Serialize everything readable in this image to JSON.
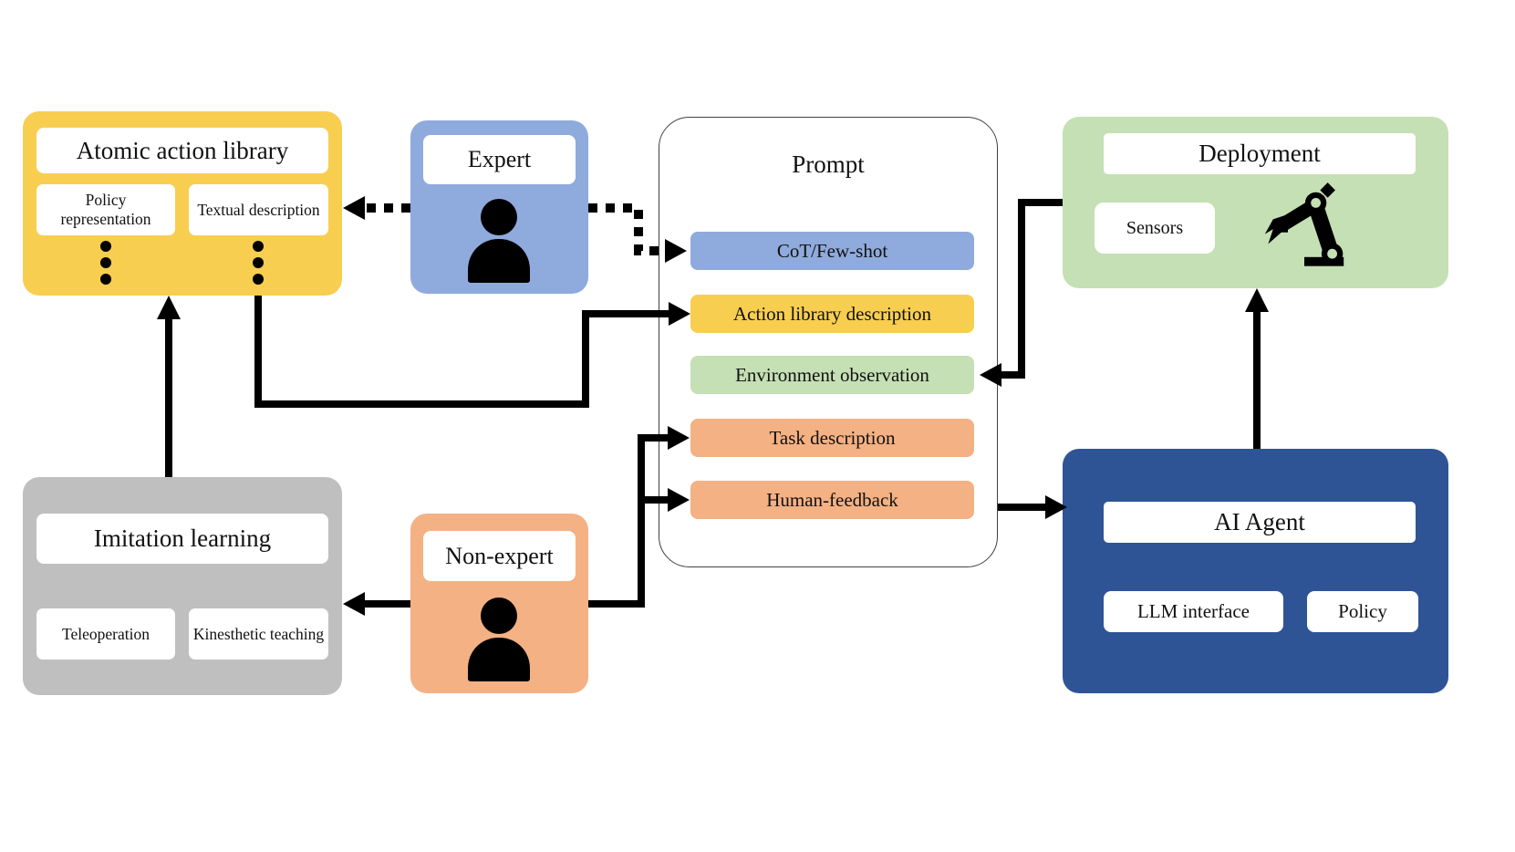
{
  "colors": {
    "yellow": "#F8CE51",
    "blue_light": "#8FAADC",
    "green": "#C5E0B4",
    "orange": "#F4B183",
    "navy": "#2F5496",
    "gray": "#BFBFBF",
    "arrow_black": "#000000",
    "prompt_border": "#404040"
  },
  "atomic_action_library": {
    "title": "Atomic action library",
    "items": [
      "Policy representation",
      "Textual description"
    ]
  },
  "expert": {
    "label": "Expert"
  },
  "non_expert": {
    "label": "Non-expert"
  },
  "imitation_learning": {
    "title": "Imitation learning",
    "items": [
      "Teleoperation",
      "Kinesthetic teaching"
    ]
  },
  "prompt": {
    "title": "Prompt",
    "bars": [
      {
        "label": "CoT/Few-shot",
        "color": "#8FAADC"
      },
      {
        "label": "Action library description",
        "color": "#F8CE51"
      },
      {
        "label": "Environment observation",
        "color": "#C5E0B4"
      },
      {
        "label": "Task description",
        "color": "#F4B183"
      },
      {
        "label": "Human-feedback",
        "color": "#F4B183"
      }
    ]
  },
  "deployment": {
    "title": "Deployment",
    "sensors_label": "Sensors"
  },
  "ai_agent": {
    "title": "AI Agent",
    "items": [
      "LLM interface",
      "Policy"
    ]
  },
  "icons": {
    "expert": "person-icon",
    "non_expert": "person-icon",
    "deployment": "robot-arm-icon",
    "ellipsis": "vertical-ellipsis-dots"
  }
}
